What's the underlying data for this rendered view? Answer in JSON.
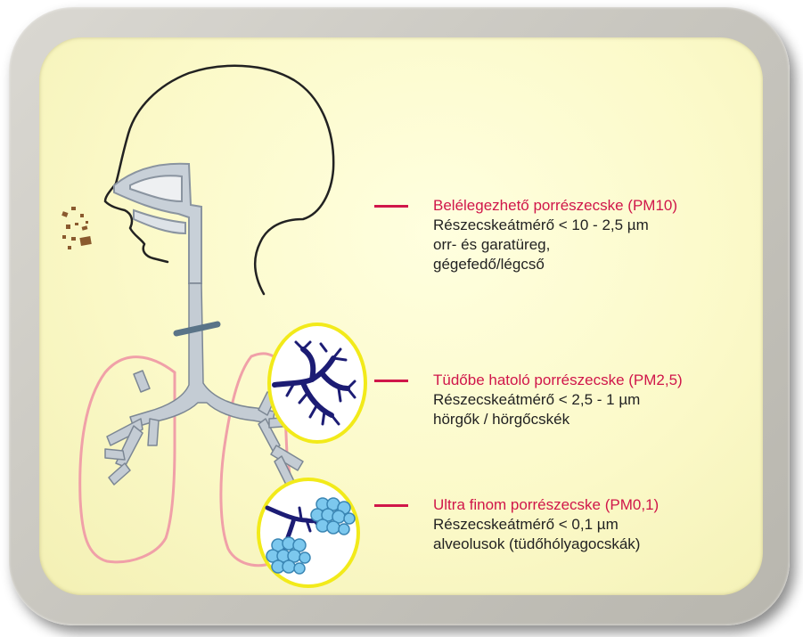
{
  "colors": {
    "accent": "#d0164a",
    "text": "#222222",
    "panel": "#fbf9c8",
    "frame": "#c9c7c0",
    "airway": "#b4bcc6",
    "lung_outline": "#f0a0a8",
    "bronchiole": "#1c1c74",
    "alveoli": "#7cc8ee",
    "highlight_ring": "#f2ea1a",
    "particles": "#8a5a2e"
  },
  "legend": [
    {
      "title": "Belélegezhető porrészecske (PM10)",
      "lines": [
        "Részecskeátmérő < 10 - 2,5 µm",
        "orr- és garatüreg,",
        "gégefedő/légcső"
      ]
    },
    {
      "title": "Tüdőbe hatoló porrészecske (PM2,5)",
      "lines": [
        "Részecskeátmérő <  2,5 - 1 µm",
        "hörgők / hörgőcskék"
      ]
    },
    {
      "title": "Ultra finom porrészecske (PM0,1)",
      "lines": [
        "Részecskeátmérő < 0,1 µm",
        "alveolusok (tüdőhólyagocskák)"
      ]
    }
  ]
}
